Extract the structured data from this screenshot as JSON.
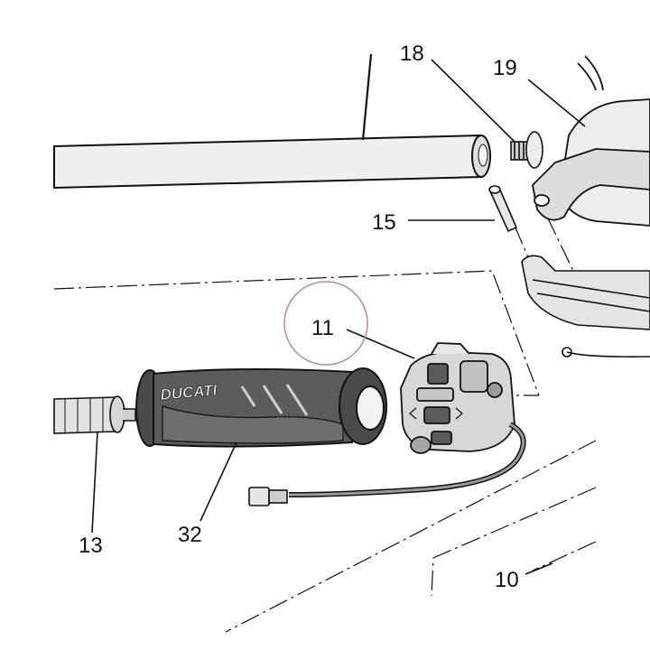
{
  "diagram": {
    "colors": {
      "line": "#111111",
      "part_fill": "#e9e9e9",
      "grip_fill": "#5c5c5c",
      "grip_dark": "#3a3a3a",
      "switch_fill": "#d2d2d2",
      "highlight_circle": "#c9828a"
    },
    "brand_mark": "DUCATI",
    "highlighted_part": "11",
    "callouts": [
      {
        "id": "10",
        "label": "10"
      },
      {
        "id": "11",
        "label": "11"
      },
      {
        "id": "13",
        "label": "13"
      },
      {
        "id": "15",
        "label": "15"
      },
      {
        "id": "18",
        "label": "18"
      },
      {
        "id": "19",
        "label": "19"
      },
      {
        "id": "32",
        "label": "32"
      }
    ]
  }
}
